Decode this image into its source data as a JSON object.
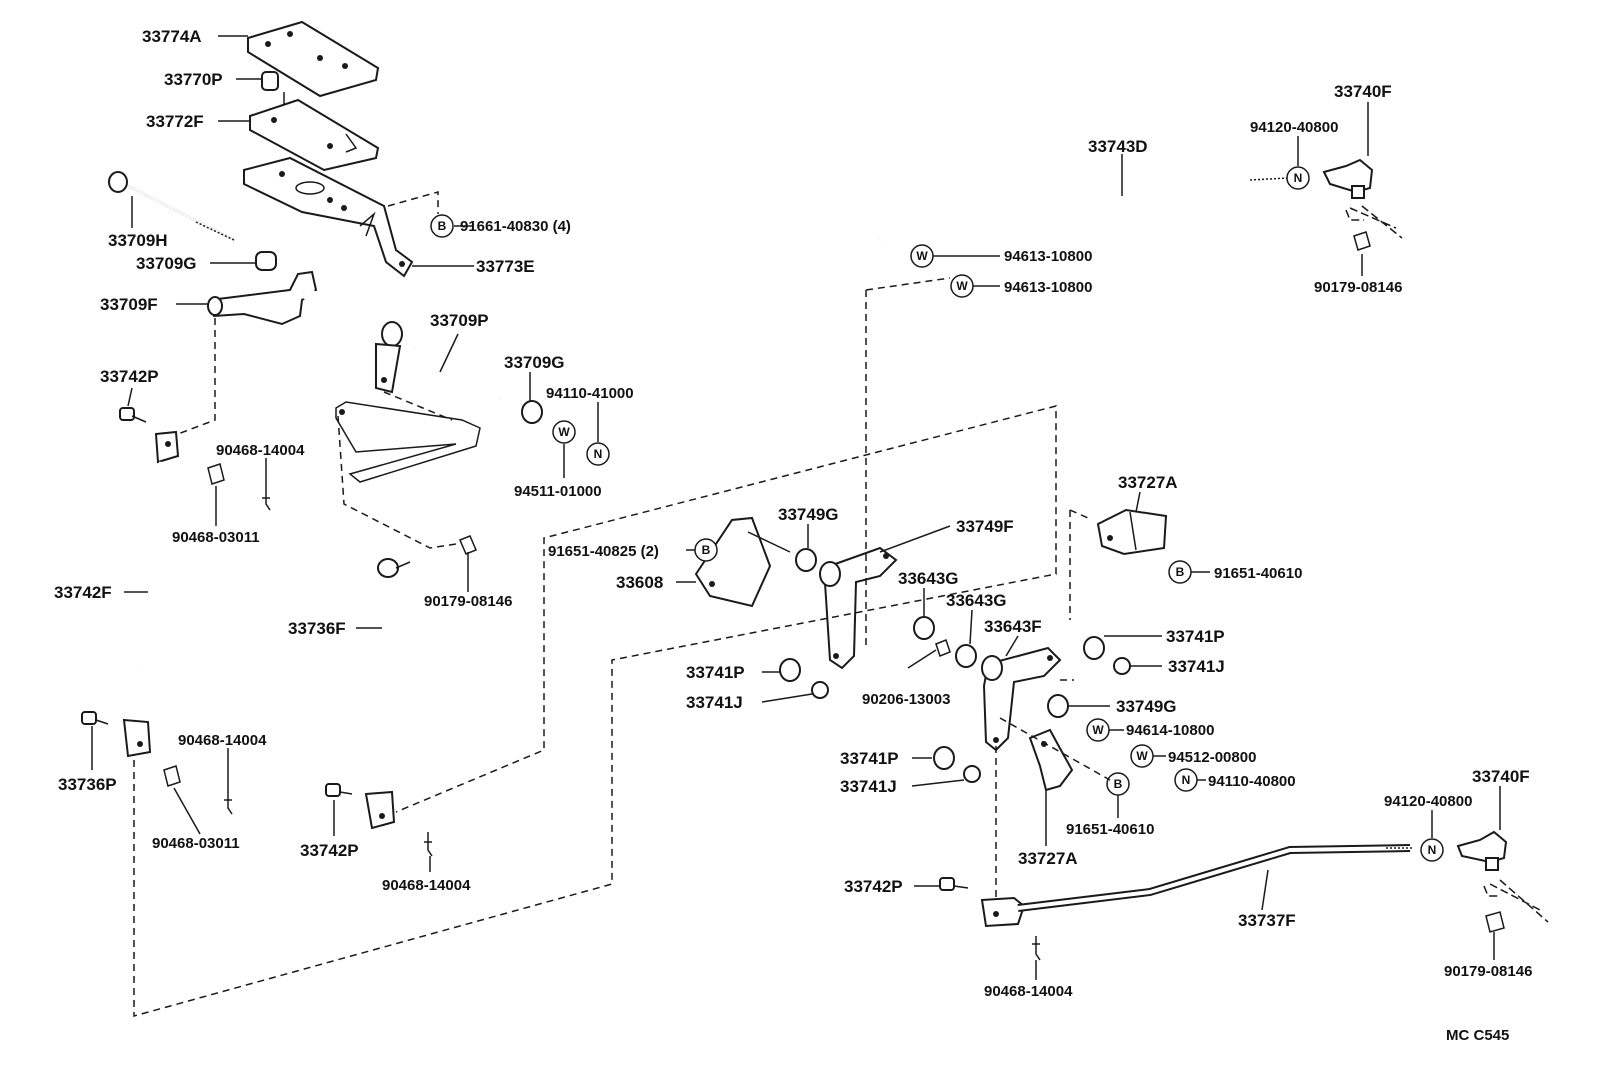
{
  "parts": {
    "p33774A": "33774A",
    "p33770P": "33770P",
    "p33772F": "33772F",
    "p33709H": "33709H",
    "p33709G_a": "33709G",
    "p33709F": "33709F",
    "p33773E": "33773E",
    "p91661": "91661-40830 (4)",
    "p33709P": "33709P",
    "p33709G_b": "33709G",
    "p94110_41000": "94110-41000",
    "p94511": "94511-01000",
    "p33742P_a": "33742P",
    "p90468_14004_a": "90468-14004",
    "p90468_03011_a": "90468-03011",
    "p33742F": "33742F",
    "p33736P": "33736P",
    "p90468_14004_b": "90468-14004",
    "p90468_03011_b": "90468-03011",
    "p90179_a": "90179-08146",
    "p33736F": "33736F",
    "p33742P_b": "33742P",
    "p90468_14004_c": "90468-14004",
    "p33743D": "33743D",
    "p94120_a": "94120-40800",
    "p33740F_a": "33740F",
    "p90179_b": "90179-08146",
    "p94613_a": "94613-10800",
    "p94613_b": "94613-10800",
    "p33727A_a": "33727A",
    "p91651_40610_a": "91651-40610",
    "p91651_40825": "91651-40825 (2)",
    "p33749G_a": "33749G",
    "p33749F": "33749F",
    "p33608": "33608",
    "p33643G_a": "33643G",
    "p33643G_b": "33643G",
    "p33643F": "33643F",
    "p33741P_a": "33741P",
    "p33741J_a": "33741J",
    "p33741P_b": "33741P",
    "p33741J_b": "33741J",
    "p90206": "90206-13003",
    "p33749G_b": "33749G",
    "p94614": "94614-10800",
    "p94512": "94512-00800",
    "p94110_40800": "94110-40800",
    "p33741P_c": "33741P",
    "p33741J_c": "33741J",
    "p91651_40610_b": "91651-40610",
    "p33727A_b": "33727A",
    "p33740F_b": "33740F",
    "p94120_b": "94120-40800",
    "p33742P_c": "33742P",
    "p33737F": "33737F",
    "p90468_14004_d": "90468-14004",
    "p90179_c": "90179-08146"
  },
  "symbols": {
    "bolt": "B",
    "washer": "W",
    "nut": "N"
  },
  "footer": {
    "code": "MC  C545"
  }
}
